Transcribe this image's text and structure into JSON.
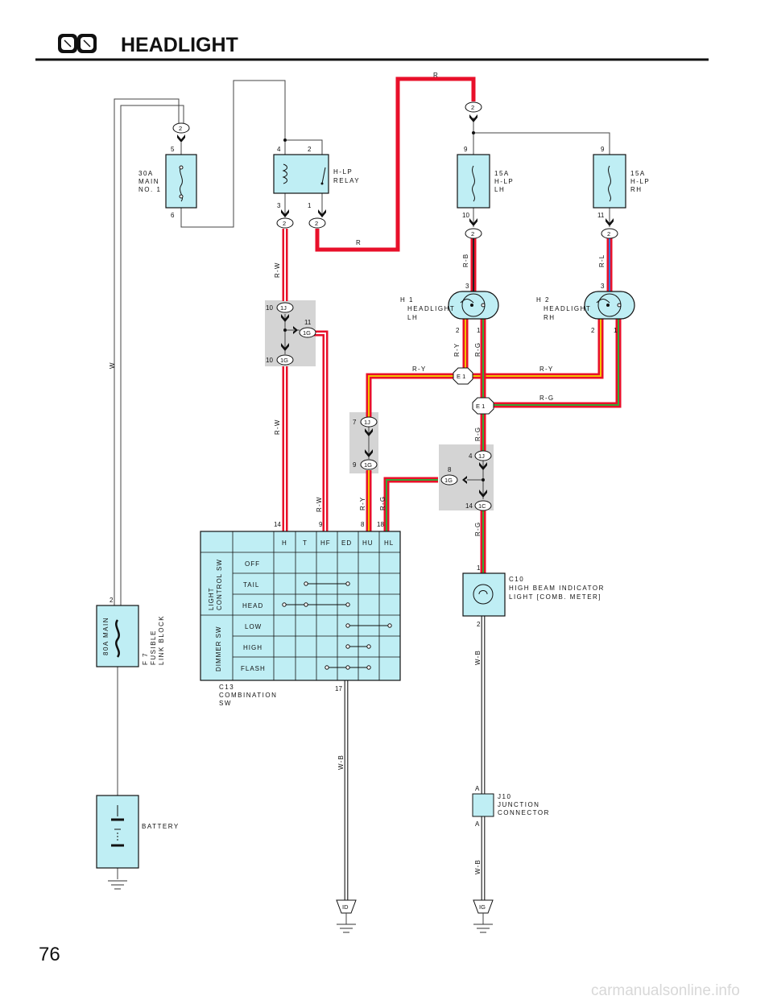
{
  "header": {
    "title": "HEADLIGHT",
    "icon": "headlight-icon"
  },
  "page_number": "76",
  "watermark": "carmanualsonline.info",
  "colors": {
    "red": "#e8102a",
    "yellow": "#f2c200",
    "green": "#34a836",
    "blue": "#3c6fd9",
    "component_fill": "#bfeef4",
    "splice_fill": "#d4d4d4",
    "text": "#111111"
  },
  "components": {
    "main_fuse": {
      "lines": [
        "30A",
        "MAIN",
        "NO. 1"
      ],
      "pin_top": "5",
      "pin_bottom": "6",
      "connector": "2"
    },
    "relay": {
      "lines": [
        "H-LP",
        "RELAY"
      ],
      "pins": [
        "4",
        "2",
        "3",
        "1"
      ],
      "connector_left": "2",
      "connector_right": "2"
    },
    "fuse_lh": {
      "lines": [
        "15A",
        "H-LP",
        "LH"
      ],
      "pin_top": "9",
      "pin_bottom": "10",
      "connector": "2"
    },
    "fuse_rh": {
      "lines": [
        "15A",
        "H-LP",
        "RH"
      ],
      "pin_top": "9",
      "pin_bottom": "11",
      "connector": "2"
    },
    "top_connector": "2",
    "headlight_lh": {
      "id": "H 1",
      "lines": [
        "HEADLIGHT",
        "LH"
      ],
      "pins": [
        "3",
        "2",
        "1"
      ]
    },
    "headlight_rh": {
      "id": "H 2",
      "lines": [
        "HEADLIGHT",
        "RH"
      ],
      "pins": [
        "3",
        "2",
        "1"
      ]
    },
    "splice_e1a": "E 1",
    "splice_e1b": "E 1",
    "junction_a": {
      "top": "1J",
      "top_pin": "10",
      "mid": "1G",
      "mid_pin": "11",
      "bottom": "1G",
      "bottom_pin": "10"
    },
    "junction_b": {
      "top": "1J",
      "top_pin": "7",
      "bottom": "1G",
      "bottom_pin": "9"
    },
    "junction_c": {
      "top": "1J",
      "top_pin": "4",
      "mid": "1G",
      "mid_pin": "8",
      "bottom": "1C",
      "bottom_pin": "14"
    },
    "high_beam": {
      "id": "C10",
      "lines": [
        "HIGH BEAM INDICATOR",
        "LIGHT [COMB. METER]"
      ],
      "pin_top": "1",
      "pin_bottom": "2"
    },
    "fusible_link": {
      "box_label": "80A MAIN",
      "lines": [
        "F 7",
        "FUSIBLE",
        "LINK BLOCK"
      ],
      "pin": "2"
    },
    "battery": {
      "label": "BATTERY"
    },
    "junction_connector": {
      "id": "J10",
      "lines": [
        "JUNCTION",
        "CONNECTOR"
      ],
      "pin_top": "A",
      "pin_bottom": "A"
    },
    "ground_id": "ID",
    "ground_ig": "IG"
  },
  "combination_switch": {
    "id_lines": [
      "C13",
      "COMBINATION",
      "SW"
    ],
    "columns": [
      "H",
      "T",
      "HF",
      "ED",
      "HU",
      "HL"
    ],
    "pins_top": [
      "14",
      "9",
      "8",
      "18"
    ],
    "pin_bottom": "17",
    "group_light": [
      "LIGHT",
      "CONTROL SW"
    ],
    "group_dimmer": "DIMMER SW",
    "rows": [
      "OFF",
      "TAIL",
      "HEAD",
      "LOW",
      "HIGH",
      "FLASH"
    ]
  },
  "wire_labels": {
    "r_top": "R",
    "r_relay": "R",
    "w": "W",
    "rw_1": "R-W",
    "rw_2": "R-W",
    "rw_3": "R-W",
    "rb": "R-B",
    "rl": "R-L",
    "ry_v": "R-Y",
    "rg_v": "R-G",
    "ry_h1": "R-Y",
    "ry_h2": "R-Y",
    "rg_h": "R-G",
    "rg_c1": "R-G",
    "rg_c2": "R-G",
    "ry_sw": "R-Y",
    "rg_sw": "R-G",
    "wb_1": "W-B",
    "wb_2": "W-B",
    "wb_3": "W-B"
  }
}
